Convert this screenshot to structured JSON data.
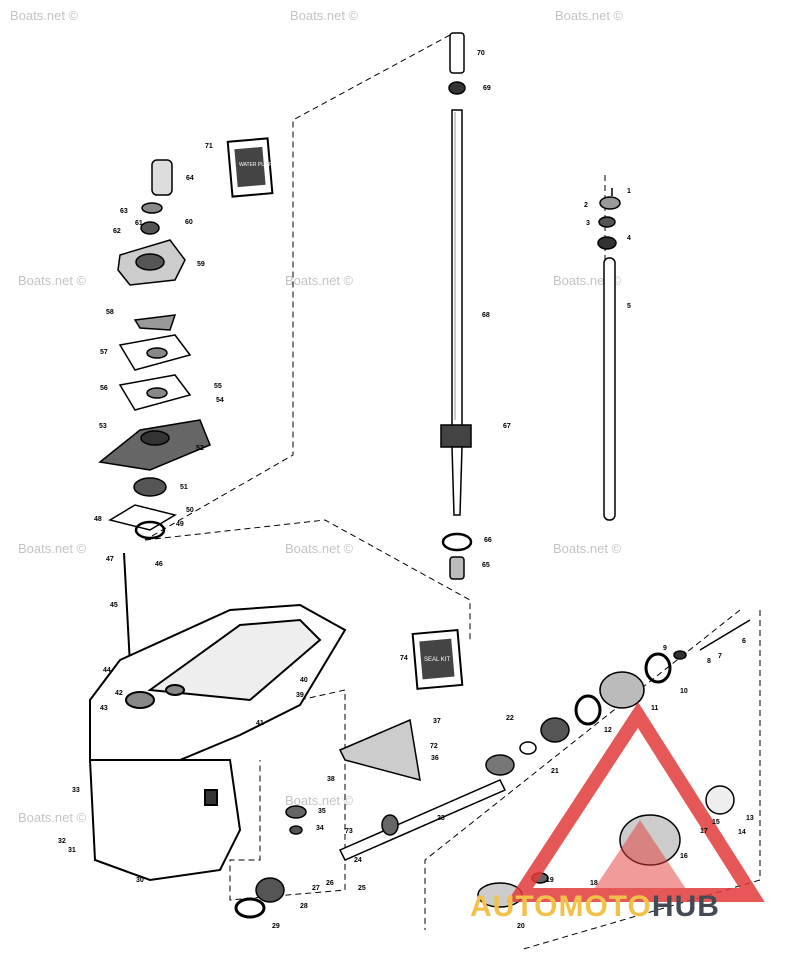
{
  "watermark": "Boats.net ©",
  "brand": {
    "part1": "AUTOMOTO",
    "part2": "HUB",
    "color1": "#f2c14a",
    "color2": "#444a55",
    "logo_color": "#e23b3b"
  },
  "kits": [
    {
      "label": "WATER PUMP KIT"
    },
    {
      "label": "SEAL KIT"
    }
  ],
  "labels": [
    "1",
    "2",
    "3",
    "4",
    "5",
    "6",
    "7",
    "8",
    "9",
    "10",
    "11",
    "12",
    "13",
    "14",
    "15",
    "16",
    "17",
    "18",
    "19",
    "20",
    "21",
    "22",
    "23",
    "24",
    "25",
    "26",
    "27",
    "28",
    "29",
    "30",
    "31",
    "32",
    "33",
    "34",
    "35",
    "36",
    "37",
    "38",
    "39",
    "40",
    "41",
    "42",
    "43",
    "44",
    "45",
    "46",
    "47",
    "48",
    "49",
    "50",
    "51",
    "52",
    "53",
    "54",
    "55",
    "56",
    "57",
    "58",
    "59",
    "60",
    "61",
    "62",
    "63",
    "64",
    "65",
    "66",
    "67",
    "68",
    "69",
    "70",
    "71",
    "72",
    "73",
    "74"
  ]
}
